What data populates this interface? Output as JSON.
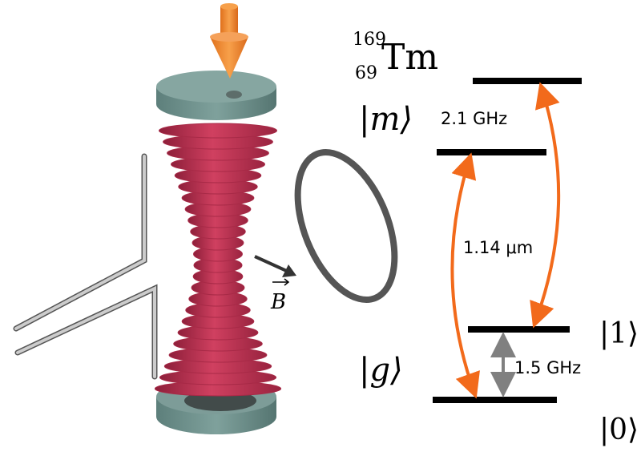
{
  "isotope": {
    "mass_number": "169",
    "atomic_number": "69",
    "symbol": "Tm"
  },
  "levels": {
    "m": "|m⟩",
    "g": "|g⟩",
    "one": "|1⟩",
    "zero": "|0⟩"
  },
  "transitions": {
    "m_splitting": "2.1 GHz",
    "optical": "1.14 μm",
    "g_splitting": "1.5 GHz"
  },
  "field_label": "B",
  "colors": {
    "orange": "#f26a1b",
    "red_beam": "#c0324f",
    "mirror": "#6b8f8a",
    "gray": "#808080"
  }
}
